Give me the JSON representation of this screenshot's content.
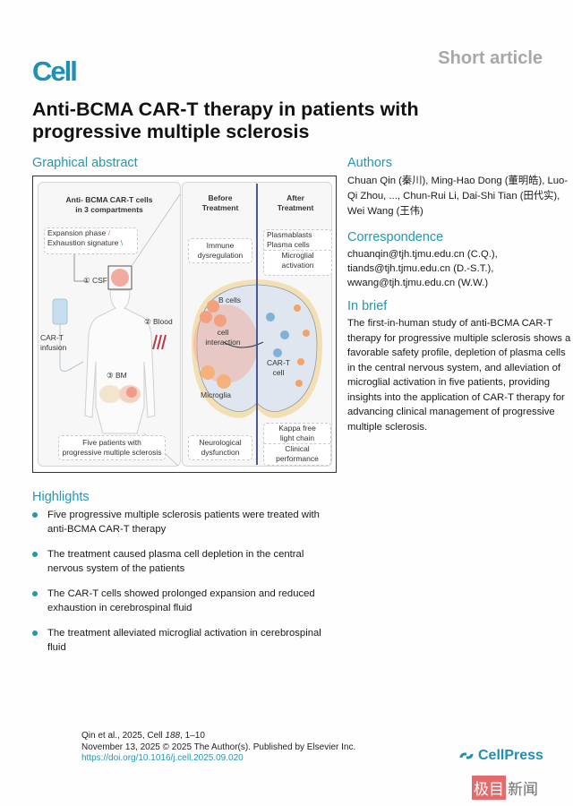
{
  "journal": {
    "logo": "Cell",
    "article_type": "Short article"
  },
  "title": "Anti-BCMA CAR-T therapy in patients with progressive multiple sclerosis",
  "graphical_abstract": {
    "heading": "Graphical abstract",
    "left_panel": {
      "title_line1": "Anti- BCMA CAR-T cells",
      "title_line2": "in 3 compartments",
      "csf_box_line1": "Expansion phase",
      "csf_box_line2": "Exhaustion signature",
      "csf_label": "① CSF",
      "blood_label": "② Blood",
      "bm_label": "③ BM",
      "infusion_line1": "CAR-T",
      "infusion_line2": "infusion",
      "patients_line1": "Five patients with",
      "patients_line2": "progressive multiple sclerosis"
    },
    "right_panel": {
      "before_line1": "Before",
      "before_line2": "Treatment",
      "after_line1": "After",
      "after_line2": "Treatment",
      "immune_line1": "Immune",
      "immune_line2": "dysregulation",
      "plasmablasts": "Plasmablasts",
      "plasma_cells": "Plasma cells",
      "microglial_line1": "Microglial",
      "microglial_line2": "activation",
      "b_cells": "B cells",
      "cell_interaction_line1": "cell",
      "cell_interaction_line2": "interaction",
      "microglia": "Microglia",
      "cart_line1": "CAR-T",
      "cart_line2": "cell",
      "neuro_line1": "Neurological",
      "neuro_line2": "dysfunction",
      "kappa_line1": "Kappa free",
      "kappa_line2": "light chain",
      "clinical_line1": "Clinical",
      "clinical_line2": "performance"
    }
  },
  "authors": {
    "heading": "Authors",
    "text": "Chuan Qin (秦川), Ming-Hao Dong (董明皓), Luo-Qi Zhou, ..., Chun-Rui Li, Dai-Shi Tian (田代实), Wei Wang (王伟)"
  },
  "correspondence": {
    "heading": "Correspondence",
    "emails": [
      "chuanqin@tjh.tjmu.edu.cn (C.Q.),",
      "tiands@tjh.tjmu.edu.cn (D.-S.T.),",
      "wwang@tjh.tjmu.edu.cn (W.W.)"
    ]
  },
  "in_brief": {
    "heading": "In brief",
    "text": "The first-in-human study of anti-BCMA CAR-T therapy for progressive multiple sclerosis shows a favorable safety profile, depletion of plasma cells in the central nervous system, and alleviation of microglial activation in five patients, providing insights into the application of CAR-T therapy for advancing clinical management of progressive multiple sclerosis."
  },
  "highlights": {
    "heading": "Highlights",
    "items": [
      "Five progressive multiple sclerosis patients were treated with anti-BCMA CAR-T therapy",
      "The treatment caused plasma cell depletion in the central nervous system of the patients",
      "The CAR-T cells showed prolonged expansion and reduced exhaustion in cerebrospinal fluid",
      "The treatment alleviated microglial activation in cerebrospinal fluid"
    ]
  },
  "footer": {
    "citation_prefix": "Qin et al., 2025, Cell ",
    "citation_volume": "188",
    "citation_pages": ", 1–10",
    "date_line": "November 13, 2025 © 2025 The Author(s). Published by Elsevier Inc.",
    "doi": "https://doi.org/10.1016/j.cell.2025.09.020",
    "publisher": "CellPress"
  },
  "watermark": {
    "red_part": "极目",
    "gray_part": "新闻"
  },
  "colors": {
    "accent": "#2497b0",
    "logo": "#1f8fb5",
    "article_type": "#a7a7a7"
  }
}
